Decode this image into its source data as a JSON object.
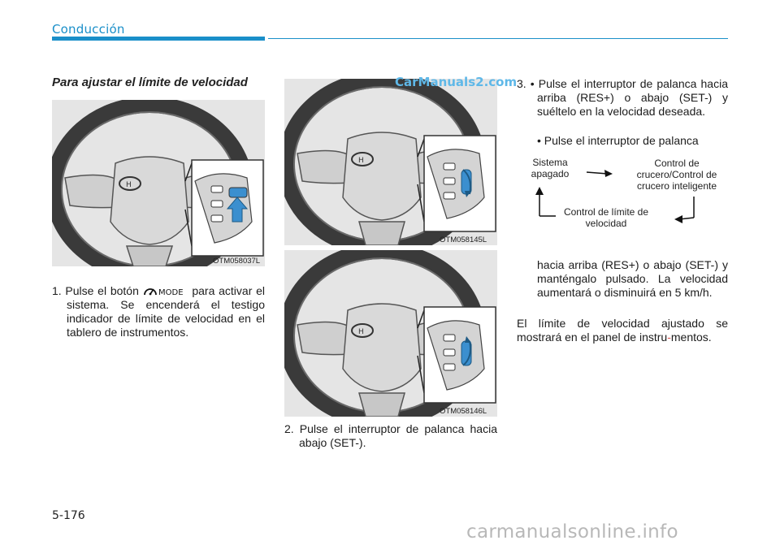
{
  "header": {
    "section": "Conducción"
  },
  "col1": {
    "subheading": "Para ajustar el límite de velocidad",
    "figure_caption": "OTM058037L",
    "step1_prefix": "1. Pulse el botón",
    "step1_button": "MODE",
    "step1_suffix": "para activar",
    "step1_rest": "el sistema. Se encenderá el testigo indicador de límite de velocidad en el tablero de instrumentos."
  },
  "col2": {
    "figure1_caption": "OTM058145L",
    "figure2_caption": "OTM058146L",
    "step2": "2. Pulse el interruptor de palanca hacia abajo (SET-)."
  },
  "col3": {
    "step3_bullet1": "3. • Pulse el interruptor de palanca hacia arriba (RES+) o abajo (SET-) y suéltelo en la velocidad deseada.",
    "step3_bullet2": "• Pulse el interruptor de palanca",
    "diagram": {
      "system_off": "Sistema apagado",
      "cruise": "Control de crucero/Control de crucero inteligente",
      "speed_limit": "Control de límite de velocidad"
    },
    "continue_text": "hacia arriba (RES+) o abajo (SET-) y manténgalo pulsado. La velocidad aumentará o disminuirá en 5 km/h.",
    "final_prefix": "El límite de velocidad ajustado se mostrará en el panel de instru",
    "final_hyphen": "-",
    "final_suffix": "mentos."
  },
  "footer": {
    "page_number": "5-176",
    "watermark_top": "CarManuals2.com",
    "watermark_bottom": "carmanualsonline.info"
  },
  "colors": {
    "accent": "#1a8fc9",
    "figure_bg": "#e5e5e5",
    "arrow_blue": "#3b8fcf"
  }
}
